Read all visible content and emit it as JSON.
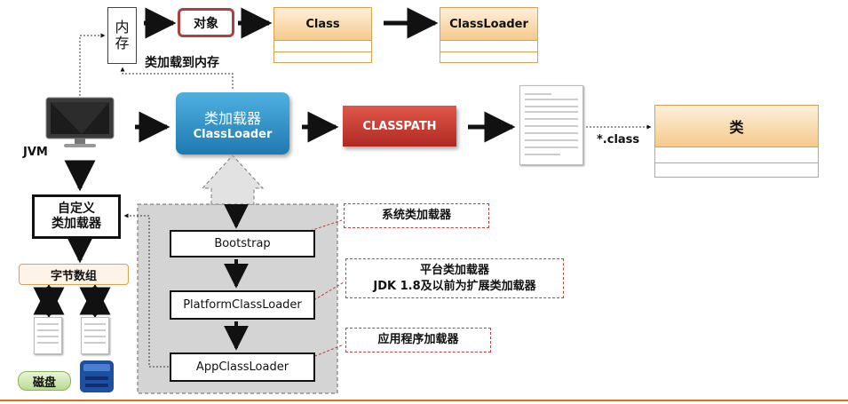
{
  "memory": {
    "label_line1": "内",
    "label_line2": "存"
  },
  "object_label": "对象",
  "class_label": "Class",
  "classloader_label": "ClassLoader",
  "load_to_memory_label": "类加载到内存",
  "jvm_label": "JVM",
  "main_loader": {
    "line1": "类加载器",
    "line2": "ClassLoader"
  },
  "classpath_label": "CLASSPATH",
  "dot_class_label": "*.class",
  "class_box_label": "类",
  "custom_loader": {
    "line1": "自定义",
    "line2": "类加载器"
  },
  "byte_array_label": "字节数组",
  "disk_label": "磁盘",
  "loaders": [
    "Bootstrap",
    "PlatformClassLoader",
    "AppClassLoader"
  ],
  "notes": {
    "system": "系统类加载器",
    "platform_line1": "平台类加载器",
    "platform_line2": "JDK 1.8及以前为扩展类加载器",
    "app": "应用程序加载器"
  },
  "colors": {
    "accent_blue": "#2f8fc4",
    "classpath_red": "#c0322a",
    "object_border": "#b04040",
    "uml_border": "#e0a050",
    "note_border": "#c04040"
  }
}
